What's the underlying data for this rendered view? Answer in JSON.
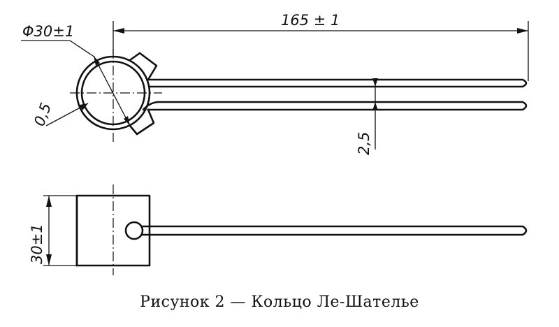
{
  "drawing": {
    "labels": {
      "length": "165 ± 1",
      "diameter": "Φ30±1",
      "thickness": "0,5",
      "gap": "2,5",
      "height": "30±1"
    }
  },
  "caption": "Рисунок 2 — Кольцо Ле-Шателье"
}
